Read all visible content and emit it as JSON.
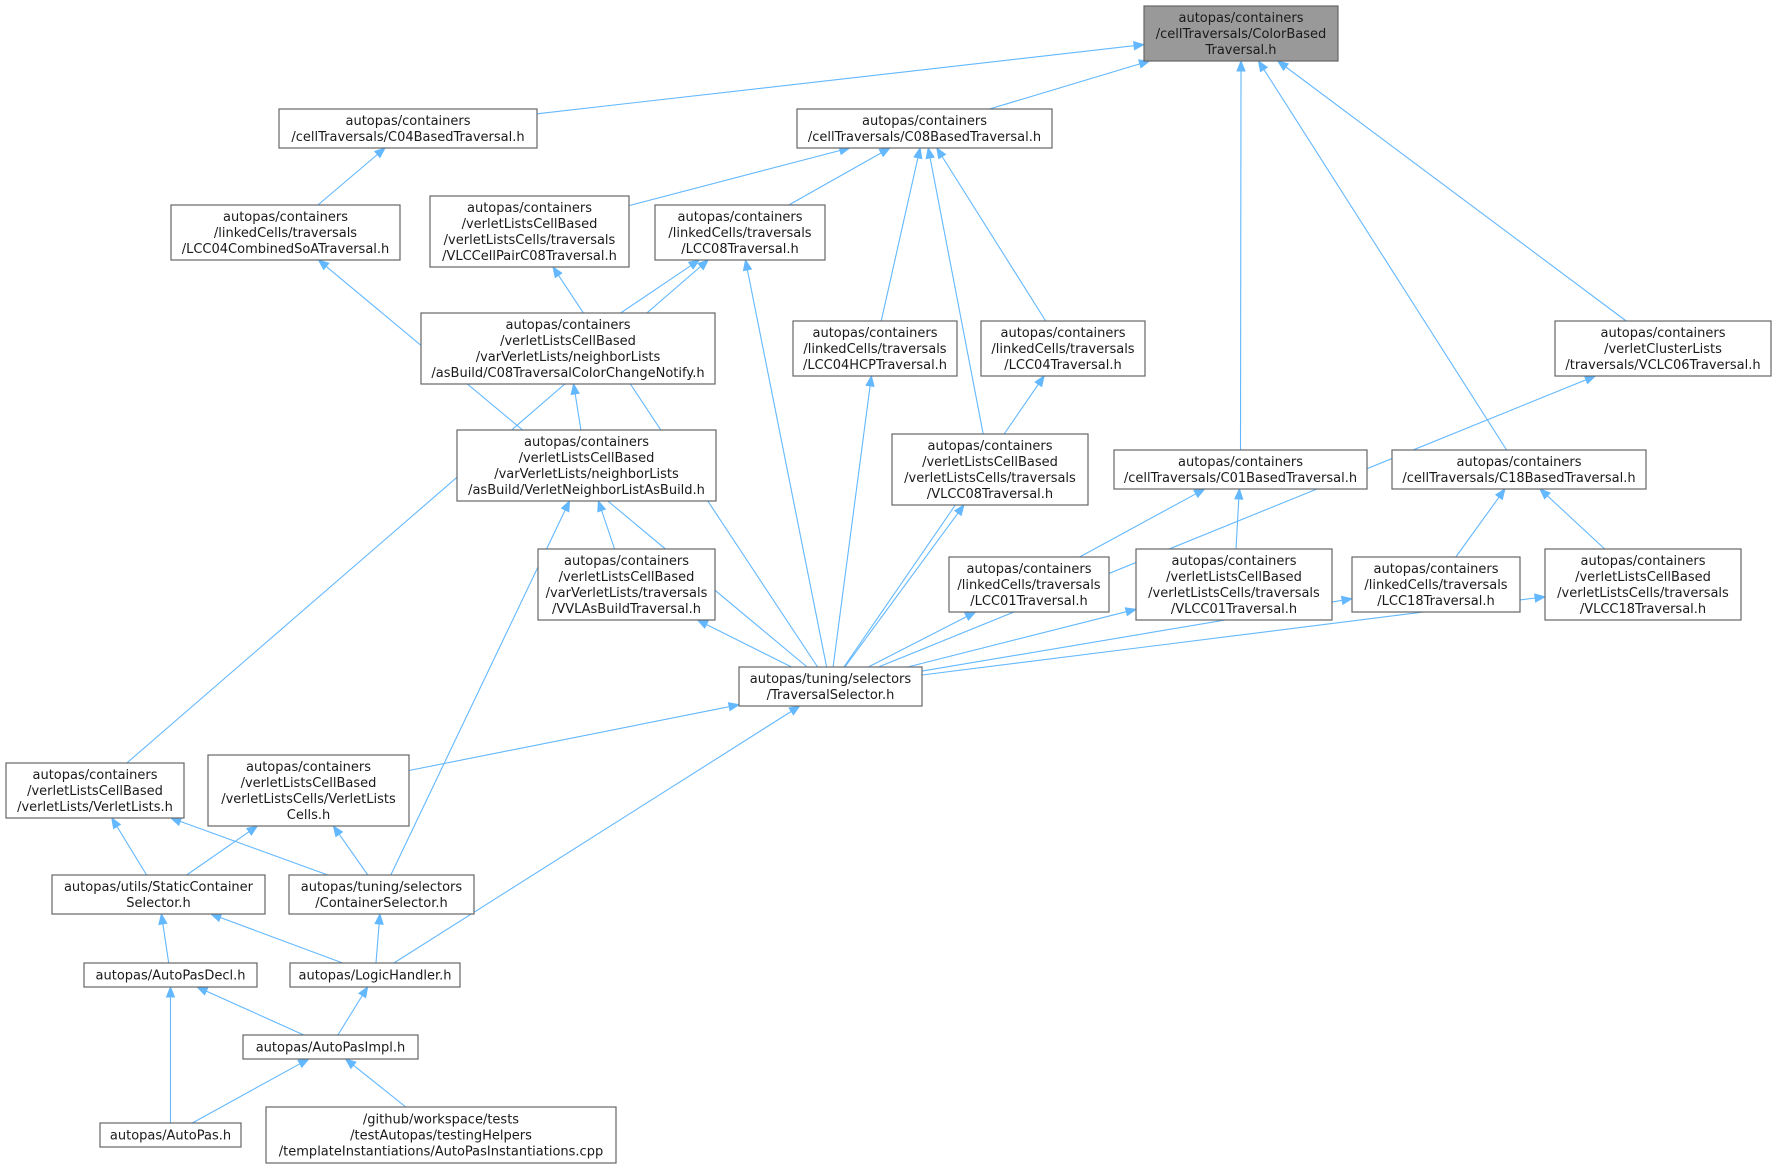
{
  "graph": {
    "root": "n0",
    "nodes": [
      {
        "id": "n0",
        "lines": [
          "autopas/containers",
          "/cellTraversals/ColorBased",
          "Traversal.h"
        ],
        "highlighted": true
      },
      {
        "id": "n1",
        "lines": [
          "autopas/containers",
          "/cellTraversals/C04BasedTraversal.h"
        ]
      },
      {
        "id": "n2",
        "lines": [
          "autopas/containers",
          "/cellTraversals/C08BasedTraversal.h"
        ]
      },
      {
        "id": "n3",
        "lines": [
          "autopas/containers",
          "/linkedCells/traversals",
          "/LCC04CombinedSoATraversal.h"
        ]
      },
      {
        "id": "n4",
        "lines": [
          "autopas/containers",
          "/verletListsCellBased",
          "/verletListsCells/traversals",
          "/VLCCellPairC08Traversal.h"
        ]
      },
      {
        "id": "n5",
        "lines": [
          "autopas/containers",
          "/linkedCells/traversals",
          "/LCC08Traversal.h"
        ]
      },
      {
        "id": "n6",
        "lines": [
          "autopas/containers",
          "/verletListsCellBased",
          "/varVerletLists/neighborLists",
          "/asBuild/C08TraversalColorChangeNotify.h"
        ]
      },
      {
        "id": "n7",
        "lines": [
          "autopas/containers",
          "/linkedCells/traversals",
          "/LCC04HCPTraversal.h"
        ]
      },
      {
        "id": "n8",
        "lines": [
          "autopas/containers",
          "/linkedCells/traversals",
          "/LCC04Traversal.h"
        ]
      },
      {
        "id": "n9",
        "lines": [
          "autopas/containers",
          "/verletClusterLists",
          "/traversals/VCLC06Traversal.h"
        ]
      },
      {
        "id": "n10",
        "lines": [
          "autopas/containers",
          "/verletListsCellBased",
          "/varVerletLists/neighborLists",
          "/asBuild/VerletNeighborListAsBuild.h"
        ]
      },
      {
        "id": "n11",
        "lines": [
          "autopas/containers",
          "/verletListsCellBased",
          "/verletListsCells/traversals",
          "/VLCC08Traversal.h"
        ]
      },
      {
        "id": "n12",
        "lines": [
          "autopas/containers",
          "/cellTraversals/C01BasedTraversal.h"
        ]
      },
      {
        "id": "n13",
        "lines": [
          "autopas/containers",
          "/cellTraversals/C18BasedTraversal.h"
        ]
      },
      {
        "id": "n14",
        "lines": [
          "autopas/containers",
          "/verletListsCellBased",
          "/varVerletLists/traversals",
          "/VVLAsBuildTraversal.h"
        ]
      },
      {
        "id": "n15",
        "lines": [
          "autopas/containers",
          "/linkedCells/traversals",
          "/LCC01Traversal.h"
        ]
      },
      {
        "id": "n16",
        "lines": [
          "autopas/containers",
          "/verletListsCellBased",
          "/verletListsCells/traversals",
          "/VLCC01Traversal.h"
        ]
      },
      {
        "id": "n17",
        "lines": [
          "autopas/containers",
          "/linkedCells/traversals",
          "/LCC18Traversal.h"
        ]
      },
      {
        "id": "n18",
        "lines": [
          "autopas/containers",
          "/verletListsCellBased",
          "/verletListsCells/traversals",
          "/VLCC18Traversal.h"
        ]
      },
      {
        "id": "n19",
        "lines": [
          "autopas/tuning/selectors",
          "/TraversalSelector.h"
        ]
      },
      {
        "id": "n20",
        "lines": [
          "autopas/containers",
          "/verletListsCellBased",
          "/verletLists/VerletLists.h"
        ]
      },
      {
        "id": "n21",
        "lines": [
          "autopas/containers",
          "/verletListsCellBased",
          "/verletListsCells/VerletLists",
          "Cells.h"
        ]
      },
      {
        "id": "n22",
        "lines": [
          "autopas/utils/StaticContainer",
          "Selector.h"
        ]
      },
      {
        "id": "n23",
        "lines": [
          "autopas/tuning/selectors",
          "/ContainerSelector.h"
        ]
      },
      {
        "id": "n24",
        "lines": [
          "autopas/AutoPasDecl.h"
        ]
      },
      {
        "id": "n25",
        "lines": [
          "autopas/LogicHandler.h"
        ]
      },
      {
        "id": "n26",
        "lines": [
          "autopas/AutoPasImpl.h"
        ]
      },
      {
        "id": "n27",
        "lines": [
          "autopas/AutoPas.h"
        ]
      },
      {
        "id": "n28",
        "lines": [
          "/github/workspace/tests",
          "/testAutopas/testingHelpers",
          "/templateInstantiations/AutoPasInstantiations.cpp"
        ]
      }
    ],
    "edges": [
      [
        "n1",
        "n0"
      ],
      [
        "n2",
        "n0"
      ],
      [
        "n12",
        "n0"
      ],
      [
        "n13",
        "n0"
      ],
      [
        "n9",
        "n0"
      ],
      [
        "n3",
        "n1"
      ],
      [
        "n4",
        "n2"
      ],
      [
        "n5",
        "n2"
      ],
      [
        "n7",
        "n2"
      ],
      [
        "n8",
        "n2"
      ],
      [
        "n11",
        "n2"
      ],
      [
        "n6",
        "n5"
      ],
      [
        "n20",
        "n5"
      ],
      [
        "n19",
        "n5"
      ],
      [
        "n10",
        "n6"
      ],
      [
        "n14",
        "n10"
      ],
      [
        "n23",
        "n10"
      ],
      [
        "n19",
        "n3"
      ],
      [
        "n19",
        "n4"
      ],
      [
        "n19",
        "n7"
      ],
      [
        "n19",
        "n8"
      ],
      [
        "n19",
        "n11"
      ],
      [
        "n19",
        "n14"
      ],
      [
        "n19",
        "n15"
      ],
      [
        "n19",
        "n16"
      ],
      [
        "n19",
        "n17"
      ],
      [
        "n19",
        "n18"
      ],
      [
        "n19",
        "n9"
      ],
      [
        "n15",
        "n12"
      ],
      [
        "n16",
        "n12"
      ],
      [
        "n17",
        "n13"
      ],
      [
        "n18",
        "n13"
      ],
      [
        "n21",
        "n19"
      ],
      [
        "n25",
        "n19"
      ],
      [
        "n22",
        "n20"
      ],
      [
        "n23",
        "n20"
      ],
      [
        "n22",
        "n21"
      ],
      [
        "n23",
        "n21"
      ],
      [
        "n24",
        "n22"
      ],
      [
        "n25",
        "n22"
      ],
      [
        "n25",
        "n23"
      ],
      [
        "n26",
        "n24"
      ],
      [
        "n27",
        "n24"
      ],
      [
        "n26",
        "n25"
      ],
      [
        "n27",
        "n26"
      ],
      [
        "n28",
        "n26"
      ]
    ]
  },
  "colors": {
    "edge": "#63b8ff",
    "node_border": "#666666",
    "root_fill": "#999999",
    "node_fill": "#ffffff"
  }
}
